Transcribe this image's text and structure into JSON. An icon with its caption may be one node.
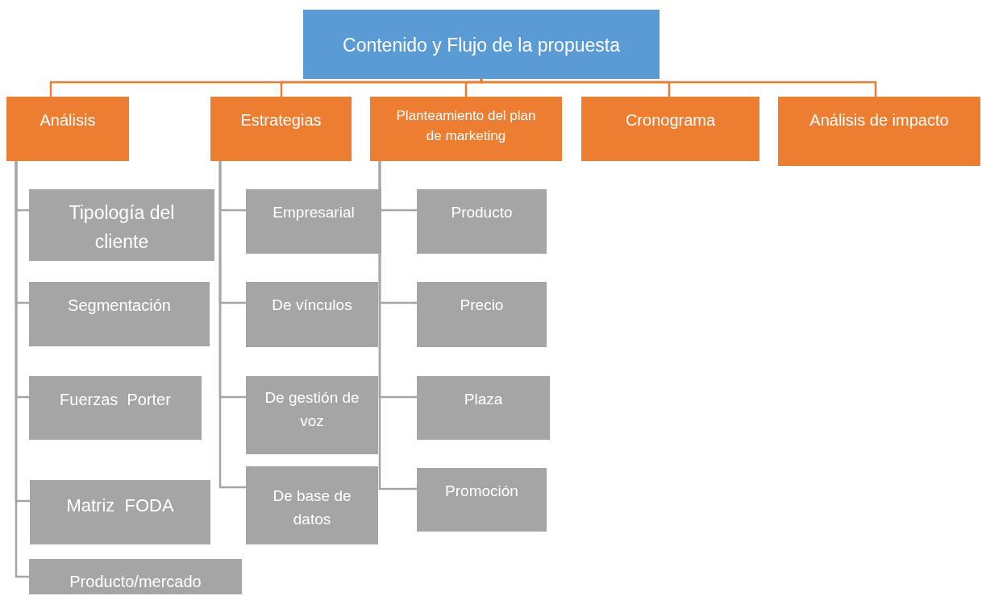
{
  "diagram": {
    "nodes": [
      {
        "text": [
          "Contenido y Flujo de la propuesta"
        ]
      },
      {
        "text": [
          "Análisis"
        ]
      },
      {
        "text": [
          "Estrategias"
        ]
      },
      {
        "text": [
          "Planteamiento del plan de marketing"
        ]
      },
      {
        "text": [
          "Cronograma"
        ]
      },
      {
        "text": [
          "Análisis de impacto"
        ]
      },
      {
        "text": [
          "Tipología del cliente"
        ]
      },
      {
        "text": [
          "Segmentación"
        ]
      },
      {
        "text": [
          "Fuerzas  Porter"
        ]
      },
      {
        "text": [
          "Matriz  FODA"
        ]
      },
      {
        "text": [
          "Producto/mercado"
        ]
      },
      {
        "text": [
          "Empresarial"
        ]
      },
      {
        "text": [
          "De vínculos"
        ]
      },
      {
        "text": [
          "De gestión de voz"
        ]
      },
      {
        "text": [
          "De base de datos"
        ]
      },
      {
        "text": [
          "Producto"
        ]
      },
      {
        "text": [
          "Precio"
        ]
      },
      {
        "text": [
          "Plaza"
        ]
      },
      {
        "text": [
          "Promoción"
        ]
      }
    ],
    "edges": [
      {
        "from": 0,
        "to": 1,
        "arrow": "none",
        "color": "#ed7d31"
      },
      {
        "from": 0,
        "to": 2,
        "arrow": "none",
        "color": "#ed7d31"
      },
      {
        "from": 0,
        "to": 3,
        "arrow": "none",
        "color": "#ed7d31"
      },
      {
        "from": 0,
        "to": 4,
        "arrow": "none",
        "color": "#ed7d31"
      },
      {
        "from": 0,
        "to": 5,
        "arrow": "none",
        "color": "#ed7d31"
      },
      {
        "from": 1,
        "to": 6,
        "arrow": "none"
      },
      {
        "from": 1,
        "to": 7,
        "arrow": "none"
      },
      {
        "from": 1,
        "to": 8,
        "arrow": "none"
      },
      {
        "from": 1,
        "to": 9,
        "arrow": "none"
      },
      {
        "from": 1,
        "to": 10,
        "arrow": "none"
      },
      {
        "from": 2,
        "to": 11,
        "arrow": "none"
      },
      {
        "from": 2,
        "to": 12,
        "arrow": "none"
      },
      {
        "from": 2,
        "to": 13,
        "arrow": "none"
      },
      {
        "from": 2,
        "to": 14,
        "arrow": "none"
      },
      {
        "from": 3,
        "to": 15,
        "arrow": "none"
      },
      {
        "from": 3,
        "to": 16,
        "arrow": "none"
      },
      {
        "from": 3,
        "to": 17,
        "arrow": "none"
      },
      {
        "from": 3,
        "to": 18,
        "arrow": "none"
      }
    ]
  }
}
